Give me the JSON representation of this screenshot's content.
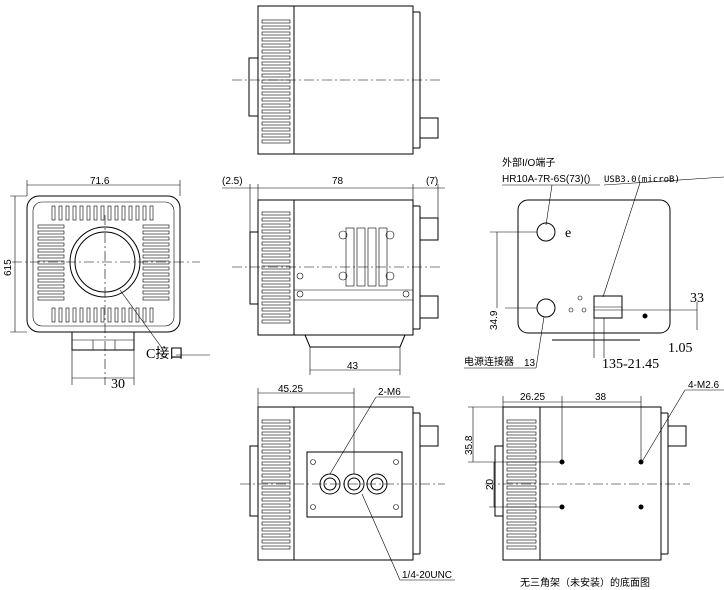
{
  "dimensions": {
    "width_71_6": "71.6",
    "height_615": "615",
    "width_30": "30",
    "left_2_5": "(2.5)",
    "length_78": "78",
    "right_7": "(7)",
    "base_43": "43",
    "offset_45_25": "45.25",
    "offset_26_25": "26.25",
    "spacing_38": "38",
    "height_35_8": "35.8",
    "spacing_20": "20",
    "height_34_9": "34.9",
    "value_13": "13",
    "value_135_21_45": "135-21.45",
    "value_33": "33",
    "value_1_05": "1.05"
  },
  "labels": {
    "c_mount": "C接口",
    "thread_2_m6": "2-M6",
    "tripod_thread": "1/4-20UNC",
    "holes_4_m2_6": "4-M2.6",
    "external_io": "外部I/O端子",
    "hirose_connector": "HR10A-7R-6S(73)()",
    "usb_port": "USB3.0(microB)",
    "power_connector": "电源连接器",
    "letter_e": "e",
    "bottom_caption": "无三角架（未安装）的底面图"
  }
}
